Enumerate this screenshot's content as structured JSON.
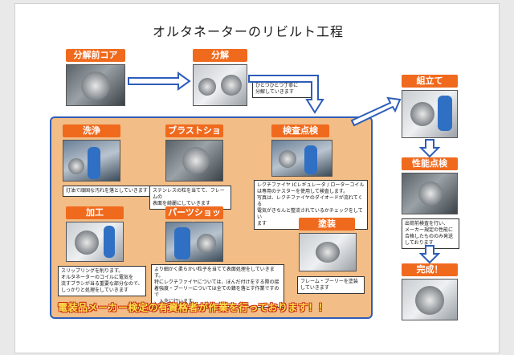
{
  "title": "オルタネーターのリビルト工程",
  "steps": {
    "core": {
      "label": "分解前コア"
    },
    "disassembly": {
      "label": "分解",
      "note": "ひとつひとつ丁寧に\n分解していきます"
    },
    "washing": {
      "label": "洗浄",
      "note": "灯油で頑固な汚れを落としていきます"
    },
    "blast": {
      "label": "ブラストショット",
      "note": "ステンレスの粒を当てて、フレームの\n表面を綺麗にしていきます"
    },
    "inspection": {
      "label": "検査点検",
      "note": "レクチファイヤ ICレギュレータ / ローターコイル\nは専用のテスターを使用して検査します。\n写真は、レクチファイヤのダイオードが流れてくる\n電気がきちんと整流されているかチェックをしてい\nます"
    },
    "machining": {
      "label": "加工",
      "note": "スリップリングを削ります。\nオルタネーターのコイルに電気を\n流すブラシが当る重要な部分なので、\nしっかりと処理をしていきます"
    },
    "parts_shot": {
      "label": "パーツショット",
      "note": "より細かく柔らかい粒子を当てて表面処理をしていきます。\n特にレクチファイヤについては、ほんだ付けをする際の接\n着強度・プーリーについては全ての錆を落とす作業ですので\n、入念に行います。"
    },
    "painting": {
      "label": "塗装",
      "note": "フレーム・プーリーを塗装\nしていきます"
    },
    "assembly": {
      "label": "組立て"
    },
    "performance": {
      "label": "性能点検",
      "note": "出荷前検査を行い、\nメーカー規定の性能に\n合格したもののみ発送\nしております"
    },
    "complete": {
      "label": "完成！"
    }
  },
  "banner": "電装品メーカー検定の有資格者が作業を行っております！！",
  "colors": {
    "label_bg": "#f06a1e",
    "panel_bg": "#f2bd86",
    "panel_border": "#2d5db8",
    "arrow": "#2d5db8",
    "banner_text": "#ffe14a",
    "banner_outline": "#c62a10"
  }
}
